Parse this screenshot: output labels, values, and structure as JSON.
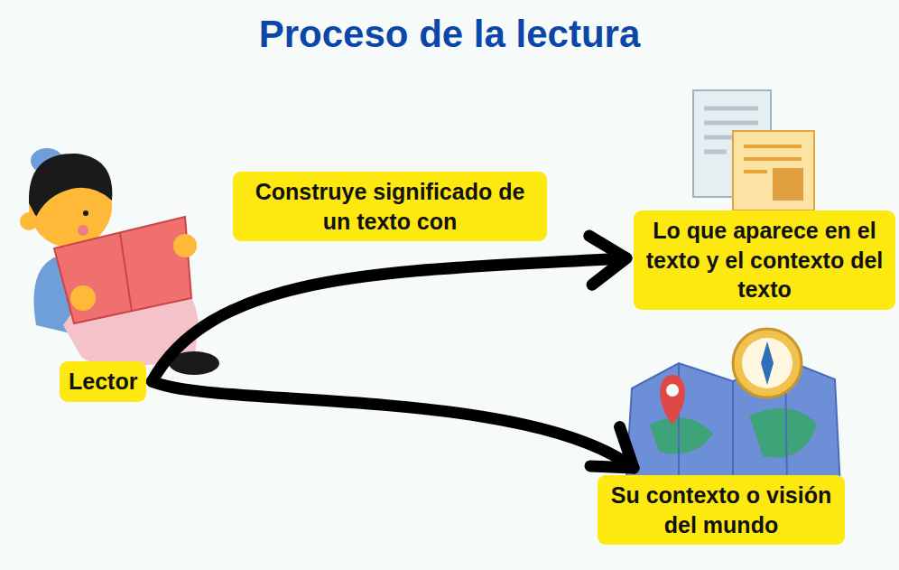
{
  "diagram": {
    "title": "Proceso de la lectura",
    "nodes": [
      {
        "text": [
          "Lector"
        ]
      },
      {
        "text": [
          "Construye significado de un texto con"
        ]
      },
      {
        "text": [
          "Lo que aparece en el texto y el contexto del texto"
        ]
      },
      {
        "text": [
          "Su contexto o visión del mundo"
        ]
      }
    ],
    "edges": [
      {
        "from": 0,
        "to": 2,
        "arrow": "to"
      },
      {
        "from": 0,
        "to": 3,
        "arrow": "to"
      }
    ]
  }
}
